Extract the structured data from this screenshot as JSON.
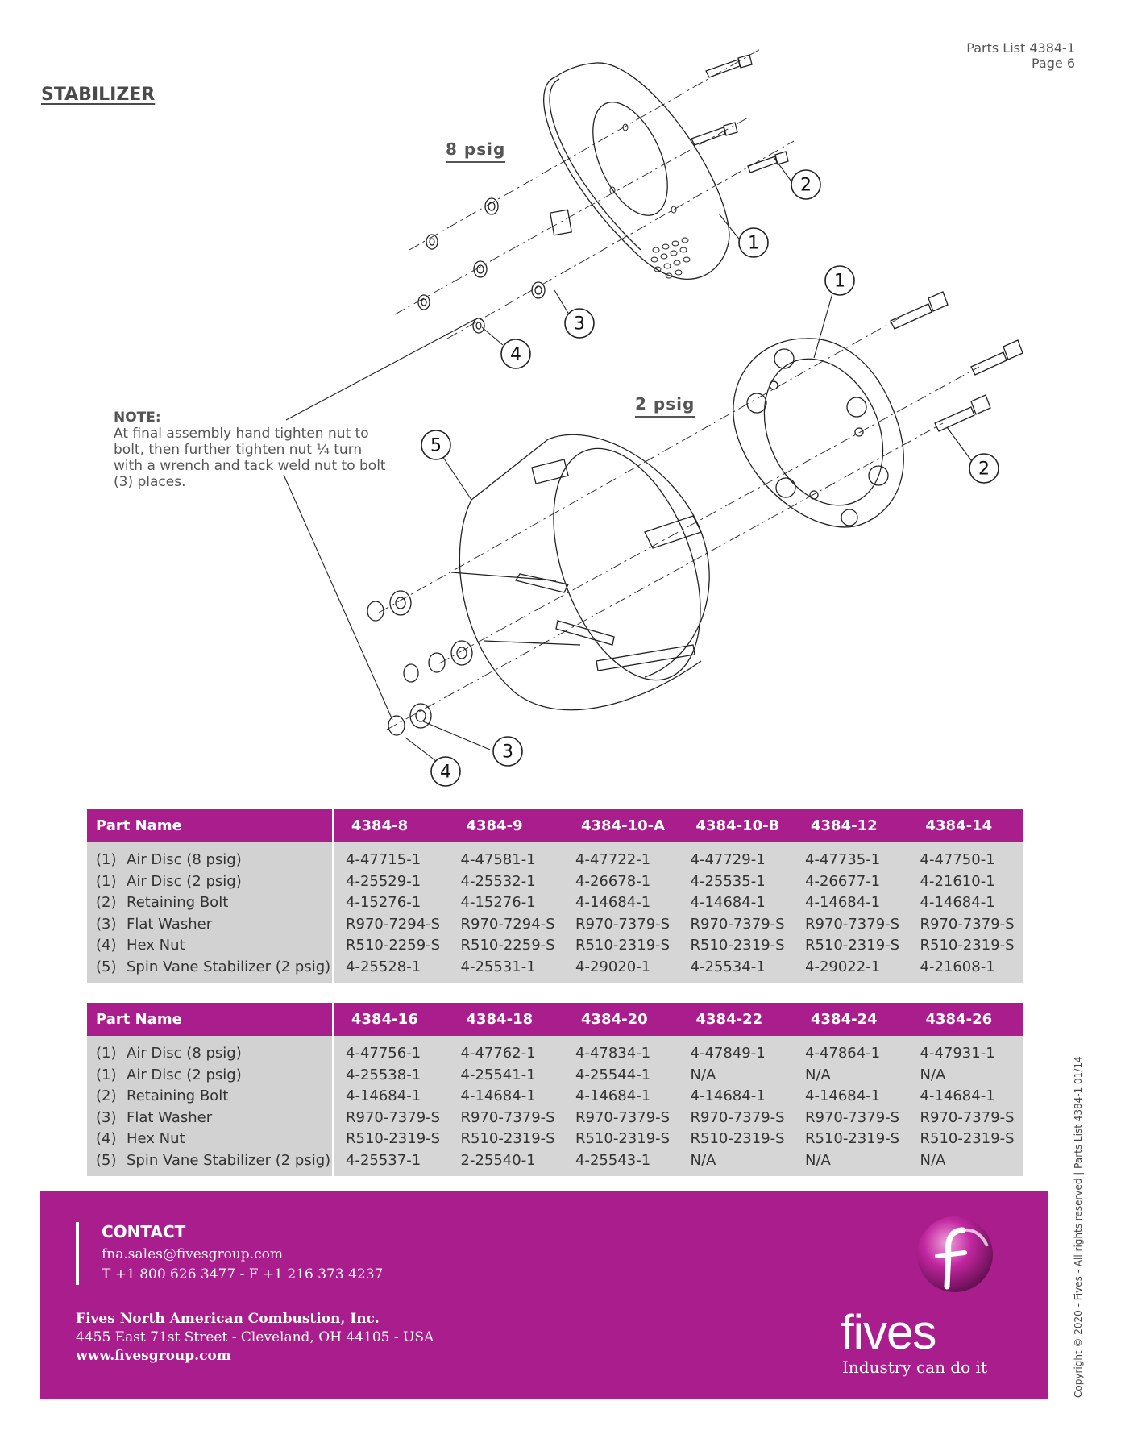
{
  "header": {
    "doc_id": "Parts List 4384-1",
    "page": "Page 6"
  },
  "title": "STABILIZER",
  "diagram": {
    "label_8psig": "8 psig",
    "label_2psig": "2 psig",
    "callouts": [
      "1",
      "2",
      "3",
      "4",
      "5"
    ],
    "note_head": "NOTE:",
    "note_body": "At final assembly hand tighten nut to bolt, then further tighten nut ¼ turn with a wrench and tack weld nut to bolt (3) places."
  },
  "tables": [
    {
      "header": [
        "Part Name",
        "4384-8",
        "4384-9",
        "4384-10-A",
        "4384-10-B",
        "4384-12",
        "4384-14"
      ],
      "rows": [
        {
          "num": "(1)",
          "name": "Air Disc (8 psig)",
          "values": [
            "4-47715-1",
            "4-47581-1",
            "4-47722-1",
            "4-47729-1",
            "4-47735-1",
            "4-47750-1"
          ]
        },
        {
          "num": "(1)",
          "name": "Air Disc (2 psig)",
          "values": [
            "4-25529-1",
            "4-25532-1",
            "4-26678-1",
            "4-25535-1",
            "4-26677-1",
            "4-21610-1"
          ]
        },
        {
          "num": "(2)",
          "name": "Retaining Bolt",
          "values": [
            "4-15276-1",
            "4-15276-1",
            "4-14684-1",
            "4-14684-1",
            "4-14684-1",
            "4-14684-1"
          ]
        },
        {
          "num": "(3)",
          "name": "Flat Washer",
          "values": [
            "R970-7294-S",
            "R970-7294-S",
            "R970-7379-S",
            "R970-7379-S",
            "R970-7379-S",
            "R970-7379-S"
          ]
        },
        {
          "num": "(4)",
          "name": "Hex Nut",
          "values": [
            "R510-2259-S",
            "R510-2259-S",
            "R510-2319-S",
            "R510-2319-S",
            "R510-2319-S",
            "R510-2319-S"
          ]
        },
        {
          "num": "(5)",
          "name": "Spin Vane Stabilizer (2 psig)",
          "values": [
            "4-25528-1",
            "4-25531-1",
            "4-29020-1",
            "4-25534-1",
            "4-29022-1",
            "4-21608-1"
          ]
        }
      ]
    },
    {
      "header": [
        "Part Name",
        "4384-16",
        "4384-18",
        "4384-20",
        "4384-22",
        "4384-24",
        "4384-26"
      ],
      "rows": [
        {
          "num": "(1)",
          "name": "Air Disc (8 psig)",
          "values": [
            "4-47756-1",
            "4-47762-1",
            "4-47834-1",
            "4-47849-1",
            "4-47864-1",
            "4-47931-1"
          ]
        },
        {
          "num": "(1)",
          "name": "Air Disc (2 psig)",
          "values": [
            "4-25538-1",
            "4-25541-1",
            "4-25544-1",
            "N/A",
            "N/A",
            "N/A"
          ]
        },
        {
          "num": "(2)",
          "name": "Retaining Bolt",
          "values": [
            "4-14684-1",
            "4-14684-1",
            "4-14684-1",
            "4-14684-1",
            "4-14684-1",
            "4-14684-1"
          ]
        },
        {
          "num": "(3)",
          "name": "Flat Washer",
          "values": [
            "R970-7379-S",
            "R970-7379-S",
            "R970-7379-S",
            "R970-7379-S",
            "R970-7379-S",
            "R970-7379-S"
          ]
        },
        {
          "num": "(4)",
          "name": "Hex Nut",
          "values": [
            "R510-2319-S",
            "R510-2319-S",
            "R510-2319-S",
            "R510-2319-S",
            "R510-2319-S",
            "R510-2319-S"
          ]
        },
        {
          "num": "(5)",
          "name": "Spin Vane Stabilizer (2 psig)",
          "values": [
            "4-25537-1",
            "2-25540-1",
            "4-25543-1",
            "N/A",
            "N/A",
            "N/A"
          ]
        }
      ]
    }
  ],
  "footer": {
    "contact_title": "CONTACT",
    "email": "fna.sales@fivesgroup.com",
    "phone": "T +1 800 626 3477 - F +1 216 373 4237",
    "company": "Fives North American Combustion, Inc.",
    "address": "4455 East 71st Street - Cleveland, OH 44105 - USA",
    "website": "www.fivesgroup.com",
    "logo_word": "fives",
    "tagline": "Industry can do it",
    "brand_color": "#a91e8c"
  },
  "copyright": "Copyright © 2020 - Fives - All rights reserved | Parts List 4384-1 01/14"
}
